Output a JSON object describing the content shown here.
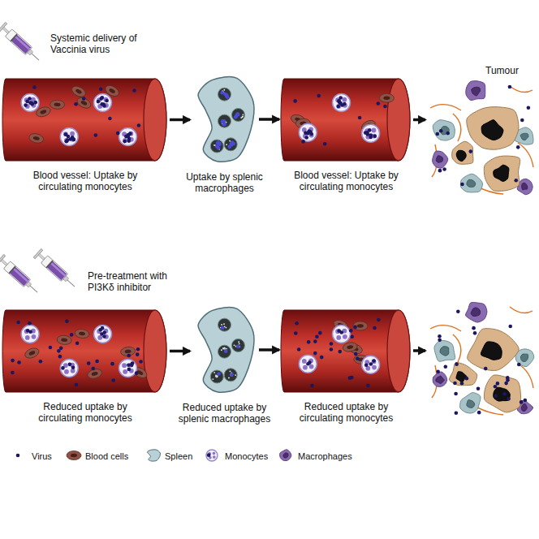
{
  "diagram": {
    "nodes": [
      {
        "text": [
          "Blood vessel: Uptake by circulating monocytes"
        ]
      },
      {
        "text": [
          "Uptake by splenic macrophages"
        ]
      },
      {
        "text": [
          "Blood vessel: Uptake by circulating monocytes"
        ]
      },
      {
        "text": [
          "Tumour"
        ]
      },
      {
        "text": [
          "Reduced uptake by circulating monocytes"
        ]
      },
      {
        "text": [
          "Reduced uptake by splenic macrophages"
        ]
      },
      {
        "text": [
          "Reduced uptake by circulating monocytes"
        ]
      }
    ],
    "edges": [
      {
        "from": 0,
        "to": 1,
        "arrow": "to"
      },
      {
        "from": 1,
        "to": 2,
        "arrow": "to"
      },
      {
        "from": 2,
        "to": 3,
        "arrow": "to"
      },
      {
        "from": 4,
        "to": 5,
        "arrow": "to"
      },
      {
        "from": 5,
        "to": 6,
        "arrow": "to"
      }
    ],
    "labels": [
      "Systemic delivery of Vaccinia virus",
      "Pre-treatment with PI3Kδ inhibitor"
    ],
    "legend": [
      {
        "text": "Virus"
      },
      {
        "text": "Blood cells"
      },
      {
        "text": "Spleen"
      },
      {
        "text": "Monocytes"
      },
      {
        "text": "Macrophages"
      }
    ]
  }
}
